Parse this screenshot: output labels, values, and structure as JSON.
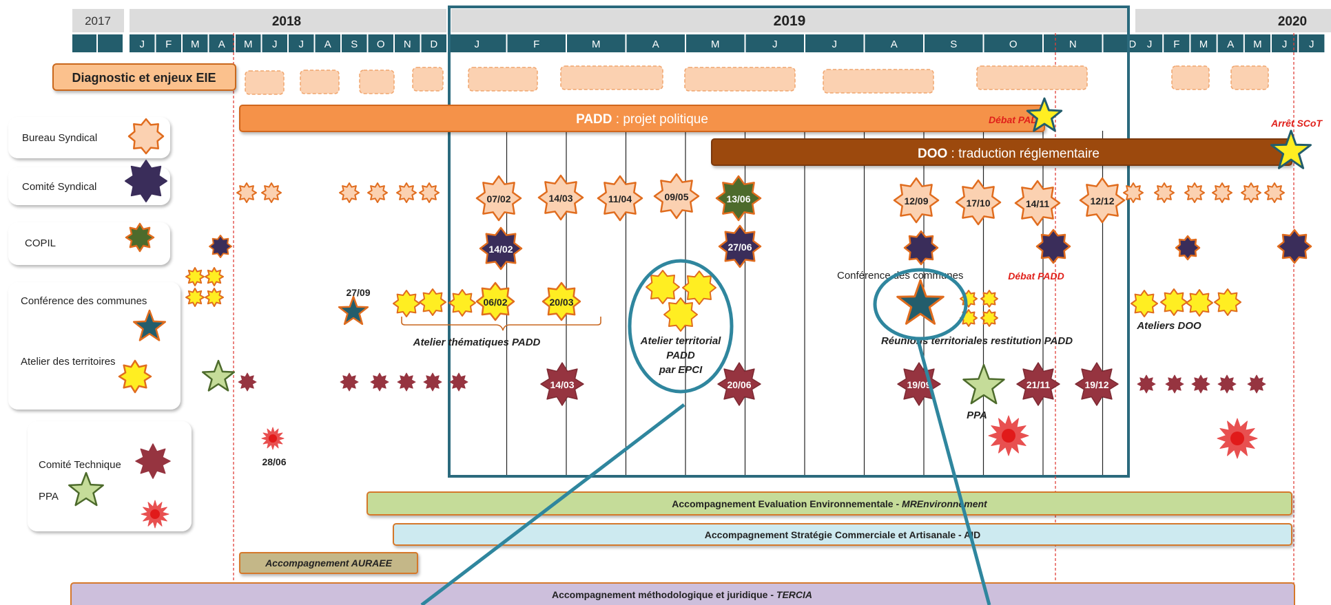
{
  "timeline": {
    "years": [
      "2017",
      "2018",
      "2019",
      "2020"
    ],
    "months_2018": [
      "J",
      "F",
      "M",
      "A",
      "M",
      "J",
      "J",
      "A",
      "S",
      "O",
      "N",
      "D"
    ],
    "months_2019": [
      "J",
      "F",
      "M",
      "A",
      "M",
      "J",
      "J",
      "A",
      "S",
      "O",
      "N",
      "D"
    ],
    "months_2020": [
      "J",
      "F",
      "M",
      "A",
      "M",
      "J",
      "J"
    ]
  },
  "bars": {
    "diagnostic": "Diagnostic et enjeux EIE",
    "padd_bold": "PADD",
    "padd_rest": " : projet politique",
    "doo_bold": "DOO",
    "doo_rest": " : traduction réglementaire",
    "mrenv_text": "Accompagnement Evaluation Environnementale - ",
    "mrenv_italic": "MREnvironnement",
    "aid_text": "Accompagnement Stratégie Commerciale et Artisanale - AID",
    "auraee": "Accompagnement AURAEE",
    "tercia_text": "Accompagnement méthodologique et juridique  - ",
    "tercia_italic": "TERCIA"
  },
  "legend": {
    "bureau": "Bureau Syndical",
    "comite": "Comité Syndical",
    "copil": "COPIL",
    "conference": "Conférence des communes",
    "atelier": "Atelier des territoires",
    "comite_technique": "Comité Technique",
    "ppa": "PPA"
  },
  "annotations": {
    "debat_padd_1": "Débat PADD",
    "debat_padd_2": "Débat PADD",
    "arret_scot": "Arrêt SCoT",
    "conference_label": "Conférence des communes",
    "ateliers_thematiques": "Atelier thématiques PADD",
    "atelier_territorial_1": "Atelier territorial",
    "atelier_territorial_2": "PADD",
    "atelier_territorial_3": "par EPCI",
    "reunions": "Réunions territoriales restitution PADD",
    "ateliers_doo": "Ateliers DOO",
    "ppa_label": "PPA",
    "date_27_09": "27/09",
    "date_28_06": "28/06"
  },
  "dates": {
    "bureau": [
      "07/02",
      "14/03",
      "11/04",
      "09/05",
      "13/06",
      "12/09",
      "17/10",
      "14/11",
      "12/12"
    ],
    "copil": [
      "14/02",
      "27/06"
    ],
    "conference": [
      "06/02",
      "20/03"
    ],
    "technique": [
      "14/03",
      "20/06",
      "19/09",
      "21/11",
      "19/12"
    ]
  },
  "colors": {
    "header_teal": "#235d6c",
    "frame_teal": "#2b6a7d",
    "callout": "#2f869e",
    "orange": "#f5924a",
    "orange_dark": "#e06c1e",
    "brown": "#9c4a10",
    "peach": "#fbd1b1",
    "purple": "#3a2d5a",
    "olive": "#4d6b2c",
    "yellow": "#ffee22",
    "maroon": "#963440",
    "red": "#e11a1a",
    "lime": "#c5dc99",
    "cyan": "#cdeaf0",
    "khaki": "#c4b788",
    "lavender": "#cdbfdc"
  }
}
